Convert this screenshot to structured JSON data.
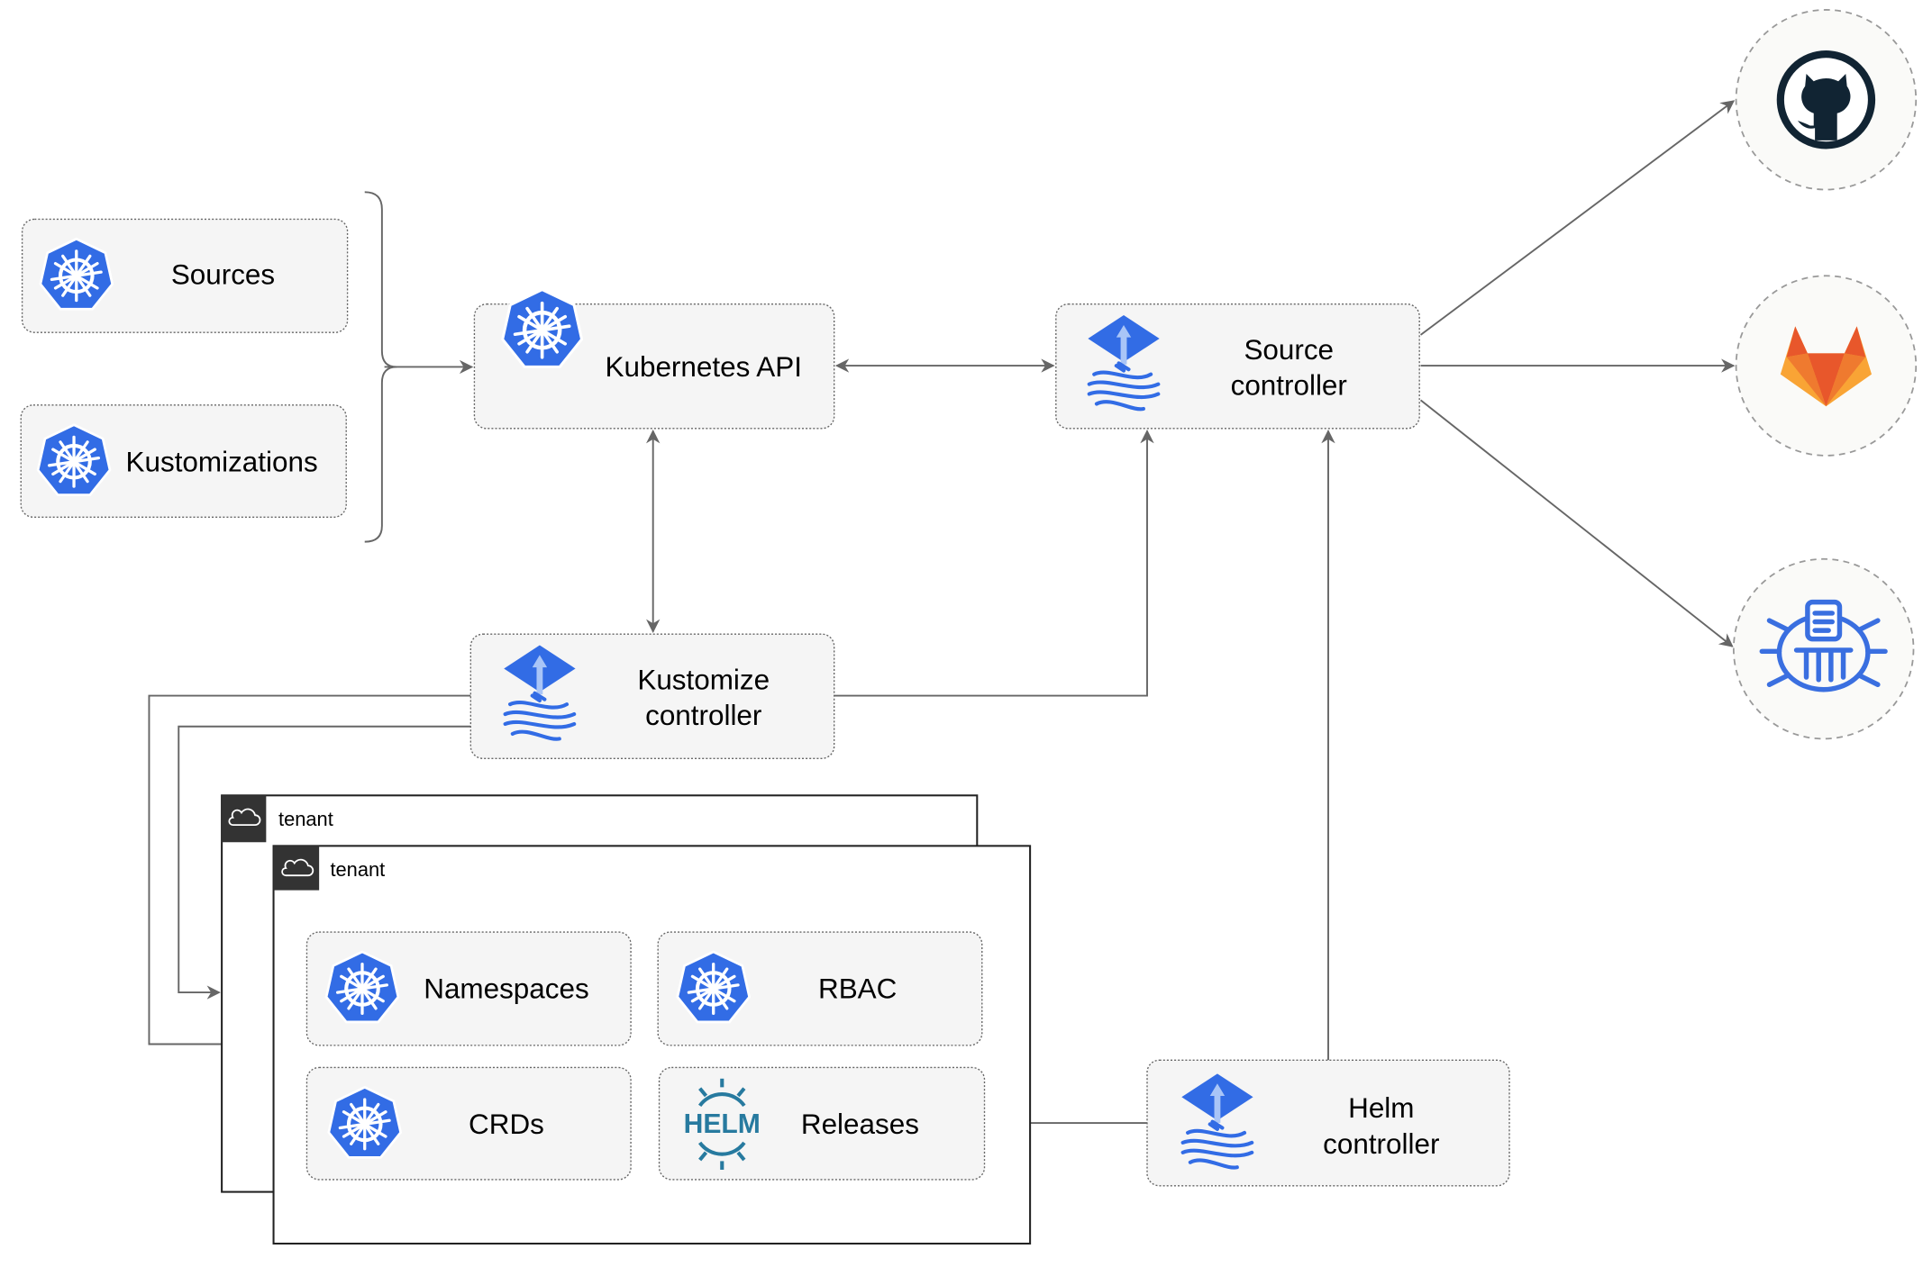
{
  "inputs": {
    "sources": "Sources",
    "kustomizations": "Kustomizations"
  },
  "core": {
    "kubernetes_api": "Kubernetes API",
    "source_controller": [
      "Source",
      "controller"
    ],
    "kustomize_controller": [
      "Kustomize",
      "controller"
    ],
    "helm_controller": [
      "Helm",
      "controller"
    ]
  },
  "tenants": [
    {
      "label": "tenant"
    },
    {
      "label": "tenant"
    }
  ],
  "tenant_resources": {
    "namespaces": "Namespaces",
    "rbac": "RBAC",
    "crds": "CRDs",
    "releases": "Releases",
    "helm_logo": "HELM"
  },
  "external_sources": [
    {
      "icon": "github-icon"
    },
    {
      "icon": "gitlab-icon"
    },
    {
      "icon": "oci-registry-icon"
    }
  ],
  "colors": {
    "kubernetes_blue": "#326ce5",
    "helm_blue": "#277a9f",
    "github_dark": "#112433",
    "gitlab_orange": "#e8572b",
    "gitlab_light": "#f9a435",
    "edge": "#666666",
    "node_fill": "#f5f5f5"
  }
}
